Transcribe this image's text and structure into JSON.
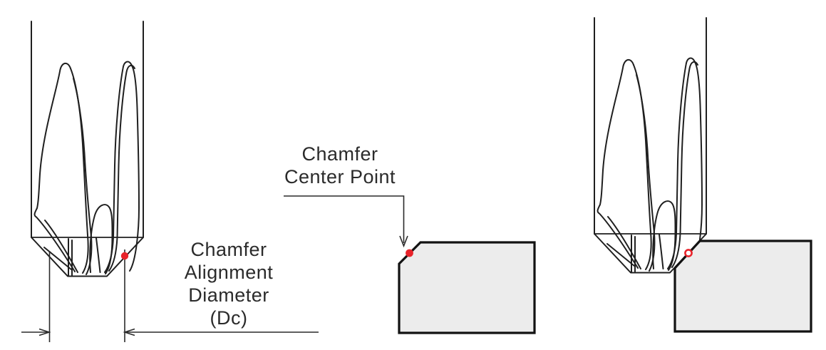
{
  "canvas": {
    "background": "#ffffff"
  },
  "colors": {
    "line": "#1f1f1f",
    "text": "#2b2b2b",
    "red": "#e8232a",
    "workpiece_fill": "#ececec",
    "workpiece_stroke": "#121212"
  },
  "labels": {
    "alignment_diameter": "Chamfer\nAlignment\nDiameter\n(Dc)",
    "center_point": "Chamfer\nCenter Point"
  },
  "markers": {
    "left_tool_marker": "filled red dot on tool chamfer edge",
    "middle_workpiece_marker": "filled red dot at middle of corner chamfer",
    "right_tool_marker": "hollow red ring at tool-workpiece contact point"
  }
}
